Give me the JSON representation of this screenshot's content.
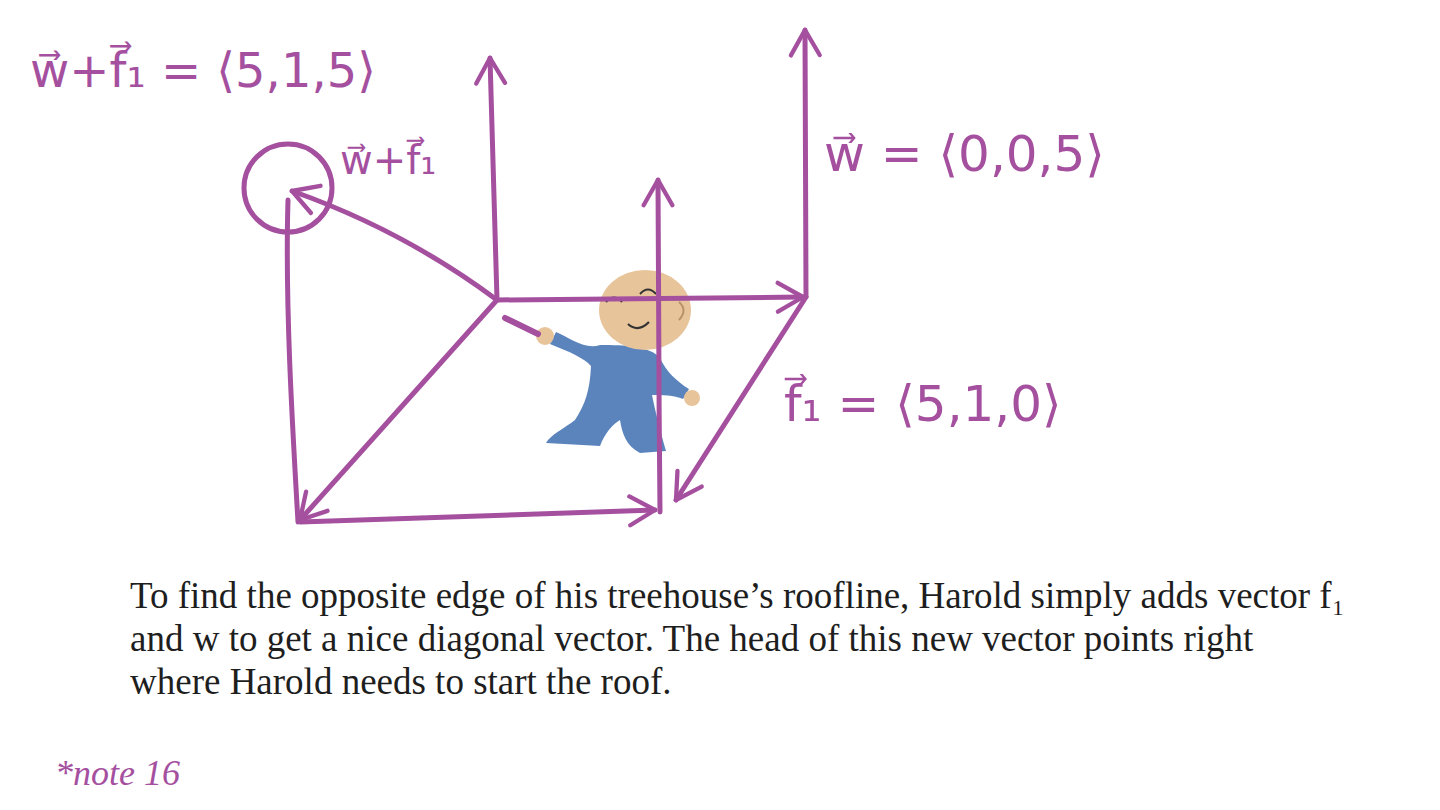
{
  "diagram": {
    "caption": "To find the opposite edge of his treehouse’s roofline, Harold simply adds vector f₁ and w to get a nice diagonal vector. The head of this new vector points right where Harold needs to start the roof.",
    "labels": [
      "w⃗+f⃗₁ = ⟨5,1,5⟩",
      "w⃗+f⃗₁",
      "w⃗ = ⟨0,0,5⟩",
      "f⃗₁ = ⟨5,1,0⟩",
      "*note 16"
    ]
  }
}
